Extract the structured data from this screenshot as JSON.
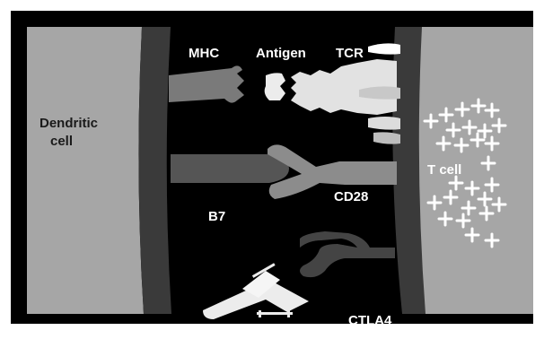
{
  "labels": {
    "mhc": "MHC",
    "antigen": "Antigen",
    "tcr": "TCR",
    "dendritic_line1": "Dendritic",
    "dendritic_line2": "cell",
    "tcell": "T cell",
    "b7": "B7",
    "cd28": "CD28",
    "ctla4": "CTLA4"
  },
  "colors": {
    "background": "#000000",
    "frame": "#ffffff",
    "cell_fill": "#a6a6a6",
    "membrane": "#3a3a3a",
    "receptor_dark": "#555555",
    "receptor_mid": "#7a7a7a",
    "receptor_light": "#ececec",
    "plus_mark": "#ffffff"
  },
  "icons": {
    "tcell_granules": "plus-icon",
    "ctla4_drug": "antibody-icon"
  }
}
